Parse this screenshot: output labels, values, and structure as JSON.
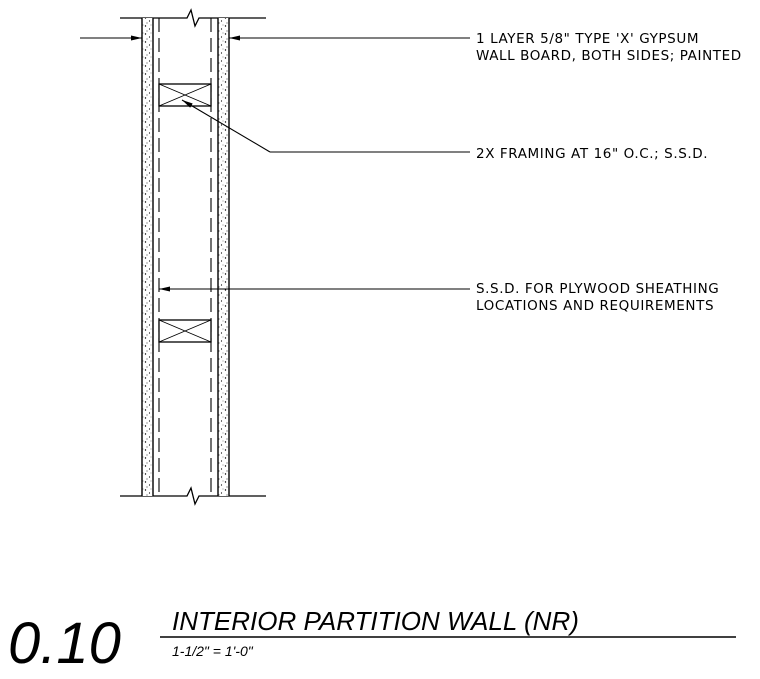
{
  "notes": {
    "gypsum_line1": "1 LAYER 5/8\" TYPE 'X' GYPSUM",
    "gypsum_line2": "WALL BOARD, BOTH SIDES; PAINTED",
    "framing": "2X FRAMING AT 16\" O.C.; S.S.D.",
    "sheathing_line1": "S.S.D. FOR PLYWOOD SHEATHING",
    "sheathing_line2": "LOCATIONS AND REQUIREMENTS"
  },
  "title_block": {
    "detail_number": "0.10",
    "title": "INTERIOR PARTITION WALL (NR)",
    "scale": "1-1/2\" = 1'-0\""
  },
  "colors": {
    "line": "#000000",
    "background": "#ffffff"
  }
}
